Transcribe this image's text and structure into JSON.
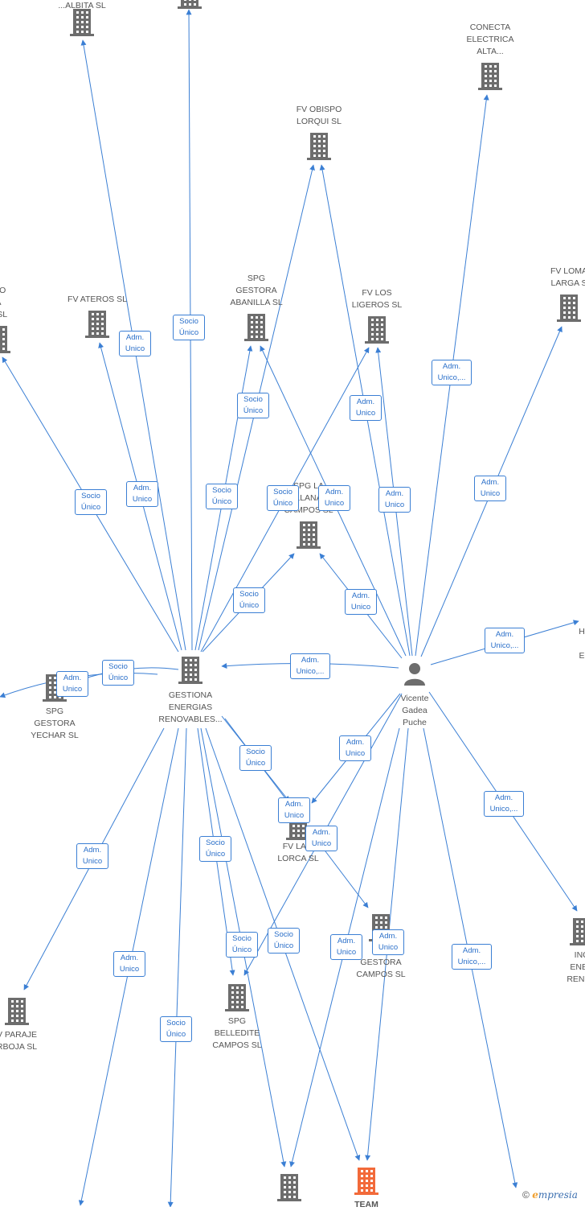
{
  "colors": {
    "edge": "#3b7fd4",
    "building": "#6d6d6d",
    "highlight": "#f26a3a",
    "person": "#6d6d6d",
    "label_text": "#555555"
  },
  "nodes": [
    {
      "id": "top1",
      "label": "...ALBITA SL",
      "icon": "building-icon"
    },
    {
      "id": "top2",
      "label": "",
      "icon": "building-icon"
    },
    {
      "id": "conecta",
      "label": "CONECTA\nELECTRICA\nALTA...",
      "icon": "building-icon"
    },
    {
      "id": "obispo",
      "label": "FV OBISPO\nLORQUI SL",
      "icon": "building-icon"
    },
    {
      "id": "rio",
      "label": "RIO\nA\nA SL",
      "icon": "building-icon"
    },
    {
      "id": "ateros",
      "label": "FV ATEROS SL",
      "icon": "building-icon"
    },
    {
      "id": "abanilla",
      "label": "SPG\nGESTORA\nABANILLA SL",
      "icon": "building-icon"
    },
    {
      "id": "ligeros",
      "label": "FV LOS\nLIGEROS SL",
      "icon": "building-icon"
    },
    {
      "id": "loma",
      "label": "FV LOMA\nLARGA S",
      "icon": "building-icon"
    },
    {
      "id": "llana",
      "label": "SPG LA\nLLANA\nCAMPOS SL",
      "icon": "building-icon"
    },
    {
      "id": "gestiona",
      "label": "GESTIONA\nENERGIAS\nRENOVABLES...",
      "icon": "building-icon"
    },
    {
      "id": "vicente",
      "label": "Vicente\nGadea\nPuche",
      "icon": "person-icon"
    },
    {
      "id": "yechar",
      "label": "SPG\nGESTORA\nYECHAR SL",
      "icon": "building-icon"
    },
    {
      "id": "hright",
      "label": "H\n\nE",
      "icon": "none"
    },
    {
      "id": "lorca",
      "label": "FV LA P\nLORCA SL",
      "icon": "building-icon"
    },
    {
      "id": "gcampos",
      "label": "GESTORA\nCAMPOS SL",
      "icon": "building-icon"
    },
    {
      "id": "ing",
      "label": "ING\nENER\nRENOV",
      "icon": "building-icon"
    },
    {
      "id": "paraje",
      "label": "V PARAJE\nRBOJA SL",
      "icon": "building-icon"
    },
    {
      "id": "belledite",
      "label": "SPG\nBELLEDITE\nCAMPOS SL",
      "icon": "building-icon"
    },
    {
      "id": "bottom1",
      "label": "",
      "icon": "building-icon"
    },
    {
      "id": "team",
      "label": "TEAM",
      "icon": "building-icon"
    }
  ],
  "edges": [
    {
      "from": "gestiona",
      "to": "top1",
      "label": "Adm.\nUnico"
    },
    {
      "from": "gestiona",
      "to": "top2",
      "label": "Socio\nÚnico"
    },
    {
      "from": "gestiona",
      "to": "rio",
      "label": "Socio\nÚnico"
    },
    {
      "from": "gestiona",
      "to": "ateros",
      "label": "Adm.\nUnico"
    },
    {
      "from": "gestiona",
      "to": "abanilla",
      "label": "Socio\nÚnico"
    },
    {
      "from": "gestiona",
      "to": "obispo",
      "label": "Socio\nÚnico"
    },
    {
      "from": "gestiona",
      "to": "ligeros",
      "label": "Socio\nÚnico"
    },
    {
      "from": "gestiona",
      "to": "llana",
      "label": "Socio\nÚnico"
    },
    {
      "from": "gestiona",
      "to": "yechar",
      "label": "Socio\nÚnico"
    },
    {
      "from": "gestiona",
      "to": "lorca",
      "label": "Socio\nÚnico"
    },
    {
      "from": "gestiona",
      "to": "paraje",
      "label": "Adm.\nUnico"
    },
    {
      "from": "gestiona",
      "to": "belledite",
      "label": "Socio\nÚnico"
    },
    {
      "from": "gestiona",
      "to": "bottom1",
      "label": "Socio\nÚnico"
    },
    {
      "from": "gestiona",
      "to": "team",
      "label": "Socio\nÚnico"
    },
    {
      "from": "gestiona",
      "to": "leftedge",
      "label": "Adm.\nUnico"
    },
    {
      "from": "gestiona",
      "to": "bleft",
      "label": "Adm.\nUnico"
    },
    {
      "from": "gestiona",
      "to": "bleft2",
      "label": "Socio\nÚnico"
    },
    {
      "from": "vicente",
      "to": "gestiona",
      "label": "Adm.\nUnico,..."
    },
    {
      "from": "vicente",
      "to": "conecta",
      "label": "Adm.\nUnico,..."
    },
    {
      "from": "vicente",
      "to": "obispo",
      "label": "Adm.\nUnico"
    },
    {
      "from": "vicente",
      "to": "ligeros",
      "label": "Adm.\nUnico"
    },
    {
      "from": "vicente",
      "to": "abanilla",
      "label": "Adm.\nUnico"
    },
    {
      "from": "vicente",
      "to": "llana",
      "label": "Adm.\nUnico"
    },
    {
      "from": "vicente",
      "to": "loma",
      "label": "Adm.\nUnico"
    },
    {
      "from": "vicente",
      "to": "hright",
      "label": "Adm.\nUnico,..."
    },
    {
      "from": "vicente",
      "to": "lorca",
      "label": "Adm.\nUnico"
    },
    {
      "from": "vicente",
      "to": "belledite",
      "label": "Adm.\nUnico"
    },
    {
      "from": "vicente",
      "to": "ing",
      "label": "Adm.\nUnico,..."
    },
    {
      "from": "vicente",
      "to": "bottom1",
      "label": "Adm.\nUnico"
    },
    {
      "from": "vicente",
      "to": "team",
      "label": "Adm.\nUnico"
    },
    {
      "from": "vicente",
      "to": "bright",
      "label": "Adm.\nUnico,..."
    },
    {
      "from": "gestiona",
      "to": "gcampos",
      "label": "Adm.\nUnico"
    }
  ],
  "footer": {
    "copyright": "©",
    "brand_e": "e",
    "brand_rest": "mpresia"
  }
}
